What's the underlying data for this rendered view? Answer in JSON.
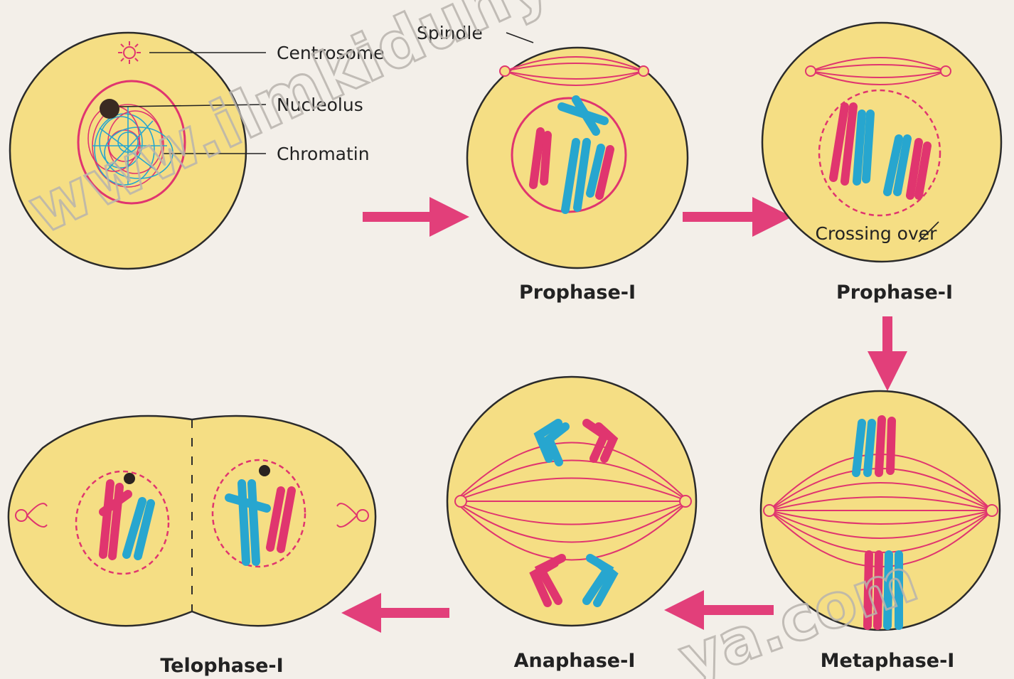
{
  "labels": {
    "centrosome": "Centrosome",
    "nucleolus": "Nucleolus",
    "chromatin": "Chromatin",
    "spindle": "Spindle",
    "crossing_over": "Crossing over"
  },
  "stages": {
    "prophase_a": "Prophase-I",
    "prophase_b": "Prophase-I",
    "metaphase": "Metaphase-I",
    "anaphase": "Anaphase-I",
    "telophase": "Telophase-I"
  },
  "watermark": {
    "main": "www.ilmkidunya.com",
    "bottom": "ya.com"
  },
  "colors": {
    "cell_fill": "#f5de84",
    "cell_stroke": "#2b2b2b",
    "pink": "#e0356f",
    "blue": "#27a6cf",
    "arrow": "#e23f7a"
  }
}
